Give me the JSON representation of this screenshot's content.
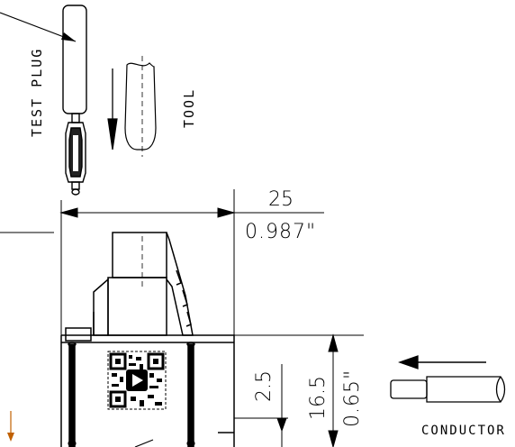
{
  "labels": {
    "test_plug": "TEST PLUG",
    "tool": "TOOL",
    "conductor": "CONDUCTOR"
  },
  "dimensions": {
    "width_mm": "25",
    "width_in": "0.987\"",
    "height_mm": "16.5",
    "height_in": "0.65\"",
    "small_mm": "2.5"
  },
  "colors": {
    "line": "#000000",
    "accent_arrow": "#c06000"
  }
}
